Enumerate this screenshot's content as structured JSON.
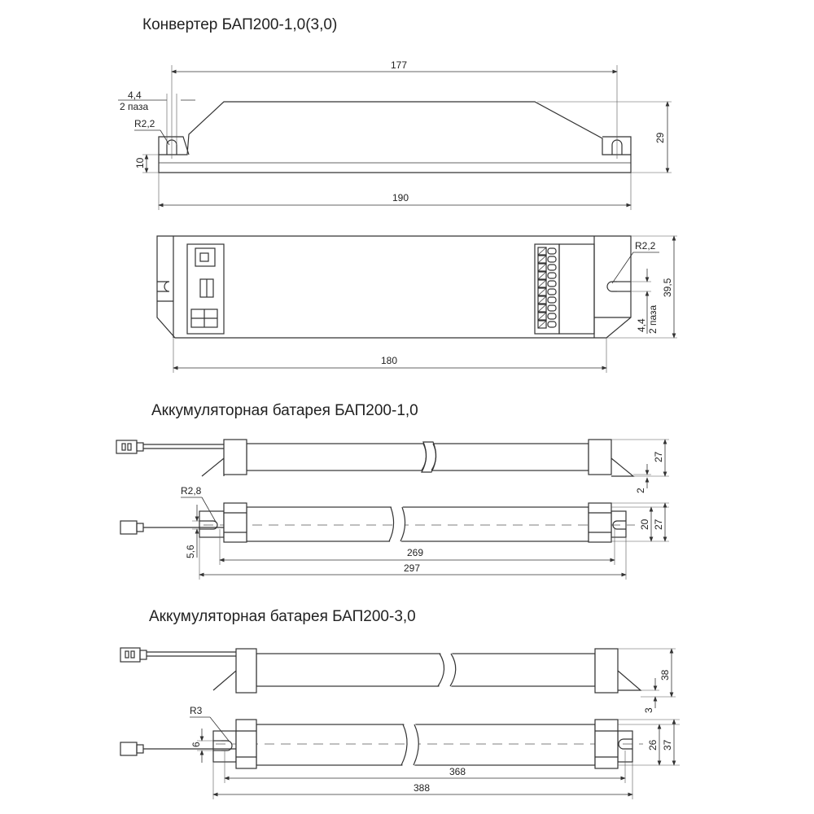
{
  "titles": {
    "converter": "Конвертер БАП200-1,0(3,0)",
    "battery_1": "Аккумуляторная батарея БАП200-1,0",
    "battery_3": "Аккумуляторная батарея БАП200-3,0"
  },
  "converter_dims": {
    "length_mount": "177",
    "slot_width": "4,4",
    "slot_count": "2 паза",
    "slot_radius": "R2,2",
    "base_height": "10",
    "height": "29",
    "overall_length": "190",
    "top_slot_radius": "R2,2",
    "width": "39,5",
    "top_slot_width": "4,4",
    "top_slot_count": "2 паза",
    "top_length": "180"
  },
  "battery_1_dims": {
    "height": "27",
    "base_offset": "2",
    "slot_radius": "R2,8",
    "inner_width": "20",
    "outer_width": "27",
    "slot_offset": "5,6",
    "length_mount": "269",
    "overall_length": "297"
  },
  "battery_3_dims": {
    "height": "38",
    "base_offset": "3",
    "slot_radius": "R3",
    "slot_offset": "6",
    "inner_width": "26",
    "outer_width": "37",
    "length_mount": "368",
    "overall_length": "388"
  }
}
